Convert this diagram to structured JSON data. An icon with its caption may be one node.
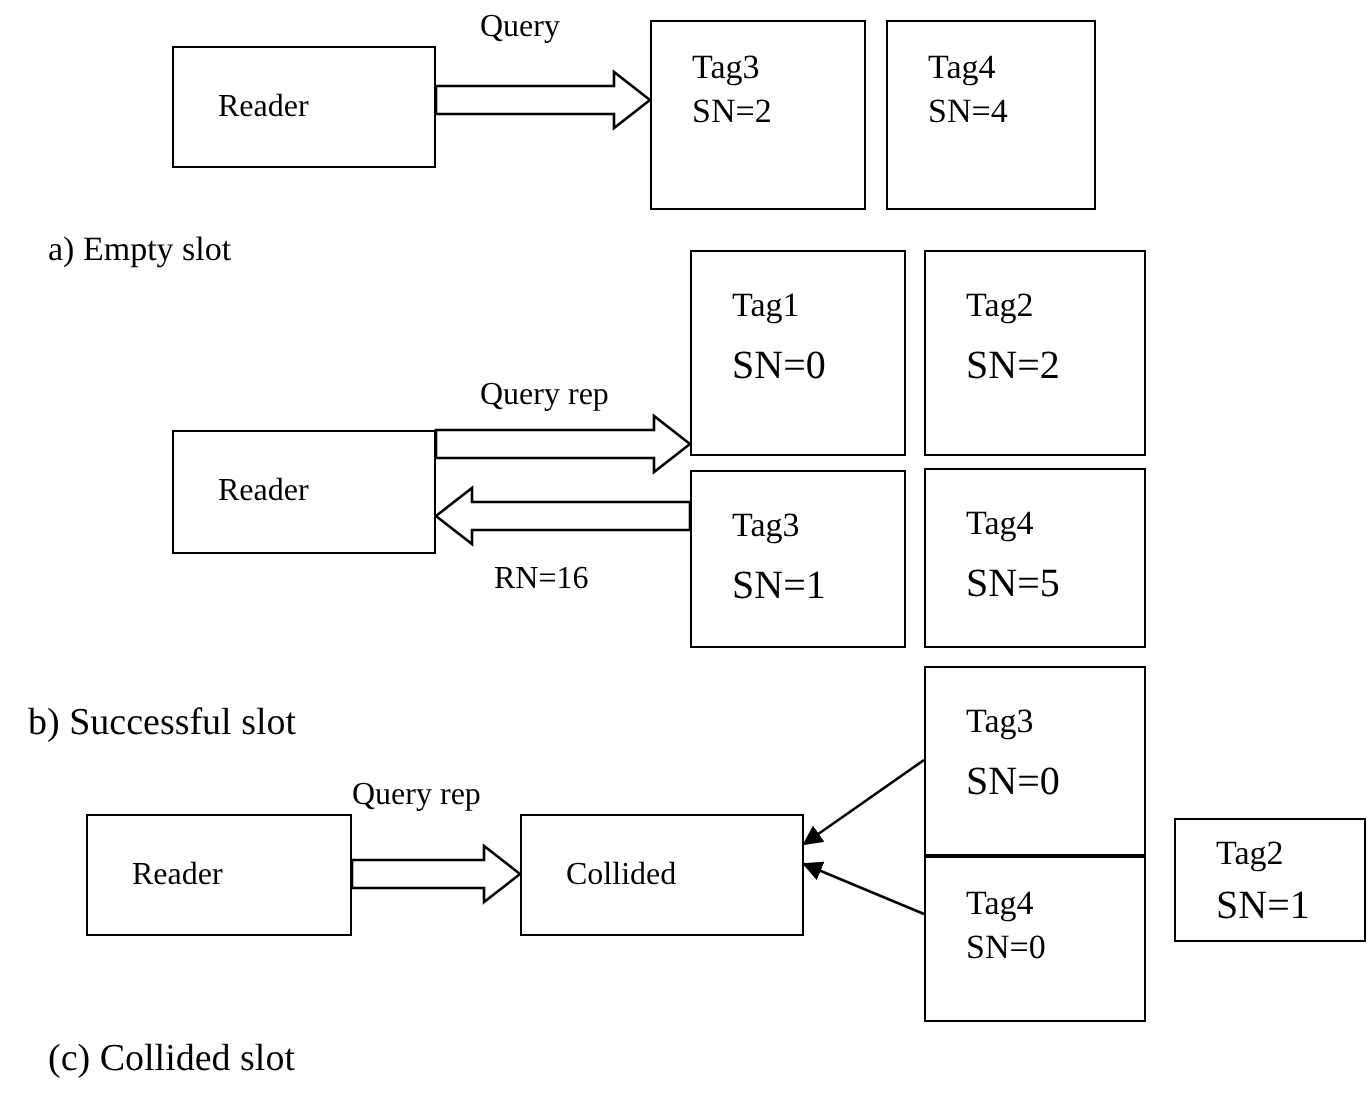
{
  "diagram": {
    "nodes": [
      {
        "text": [
          "Reader"
        ]
      },
      {
        "text": [
          "Tag3",
          "SN=2"
        ]
      },
      {
        "text": [
          "Tag4",
          "SN=4"
        ]
      },
      {
        "text": [
          "Reader"
        ]
      },
      {
        "text": [
          "Tag1",
          "SN=0"
        ]
      },
      {
        "text": [
          "Tag2",
          "SN=2"
        ]
      },
      {
        "text": [
          "Tag3",
          "SN=1"
        ]
      },
      {
        "text": [
          "Tag4",
          "SN=5"
        ]
      },
      {
        "text": [
          "Reader"
        ]
      },
      {
        "text": [
          "Collided"
        ]
      },
      {
        "text": [
          "Tag3",
          "SN=0"
        ]
      },
      {
        "text": [
          "Tag4",
          "SN=0"
        ]
      },
      {
        "text": [
          "Tag2",
          "SN=1"
        ]
      }
    ],
    "edges": [
      {
        "from": 0,
        "to": 1,
        "arrow": "to",
        "label": "Query",
        "style": "thick"
      },
      {
        "from": 3,
        "to": 4,
        "arrow": "to",
        "label": "Query rep",
        "style": "thick"
      },
      {
        "from": 6,
        "to": 3,
        "arrow": "to",
        "label": "RN=16",
        "style": "thick"
      },
      {
        "from": 8,
        "to": 9,
        "arrow": "to",
        "label": "Query rep",
        "style": "thick"
      },
      {
        "from": 10,
        "to": 9,
        "arrow": "to"
      },
      {
        "from": 11,
        "to": 9,
        "arrow": "to"
      }
    ],
    "labels": [
      "a) Empty slot",
      "b) Successful slot",
      "(c) Collided slot"
    ]
  }
}
